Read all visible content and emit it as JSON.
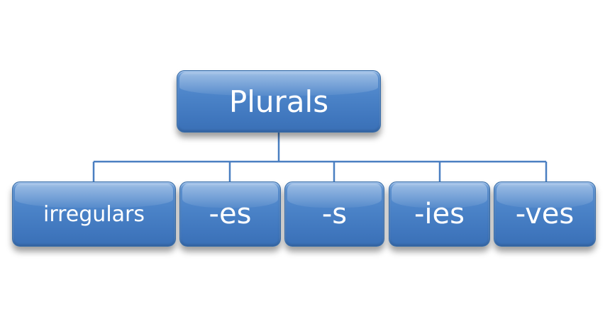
{
  "diagram": {
    "root": {
      "label": "Plurals"
    },
    "children": [
      {
        "label": "irregulars"
      },
      {
        "label": "-es"
      },
      {
        "label": "-s"
      },
      {
        "label": "-ies"
      },
      {
        "label": "-ves"
      }
    ]
  },
  "colors": {
    "box_fill": "#4a82c7",
    "box_border": "#3a6ea8",
    "connector": "#4a7fc1",
    "text": "#ffffff"
  }
}
